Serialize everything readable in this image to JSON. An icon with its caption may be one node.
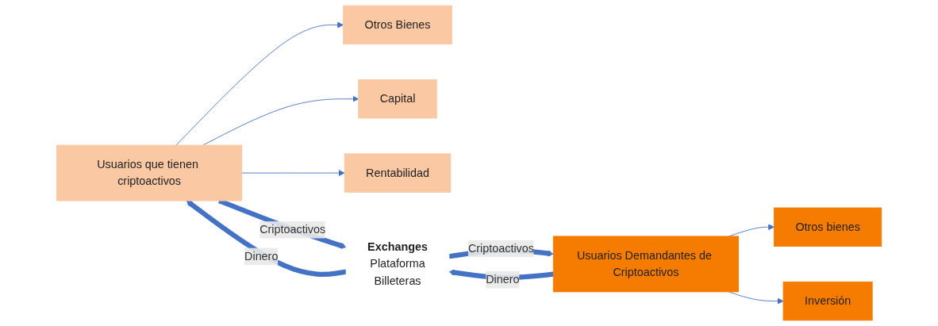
{
  "diagram": {
    "nodes": [
      {
        "text": [
          "Otros Bienes"
        ]
      },
      {
        "text": [
          "Capital"
        ]
      },
      {
        "text": [
          "Rentabilidad"
        ]
      },
      {
        "text": [
          "Usuarios que tienen criptoactivos"
        ]
      },
      {
        "text": [
          "Exchanges",
          "Plataforma",
          "Billeteras"
        ]
      },
      {
        "text": [
          "Usuarios Demandantes de Criptoactivos"
        ]
      },
      {
        "text": [
          "Otros bienes"
        ]
      },
      {
        "text": [
          "Inversión"
        ]
      }
    ],
    "edges": [
      {
        "from": 3,
        "to": 0,
        "arrow": "to"
      },
      {
        "from": 3,
        "to": 1,
        "arrow": "to"
      },
      {
        "from": 3,
        "to": 2,
        "arrow": "to"
      },
      {
        "from": 3,
        "to": 4,
        "label": "Criptoactivos",
        "arrow": "to",
        "style": "thick"
      },
      {
        "from": 4,
        "to": 5,
        "label": "Criptoactivos",
        "arrow": "to",
        "style": "thick"
      },
      {
        "from": 5,
        "to": 4,
        "label": "Dinero",
        "arrow": "to",
        "style": "thick"
      },
      {
        "from": 4,
        "to": 3,
        "label": "Dinero",
        "arrow": "to",
        "style": "thick"
      },
      {
        "from": 5,
        "to": 6,
        "arrow": "to"
      },
      {
        "from": 5,
        "to": 7,
        "arrow": "to"
      }
    ]
  }
}
